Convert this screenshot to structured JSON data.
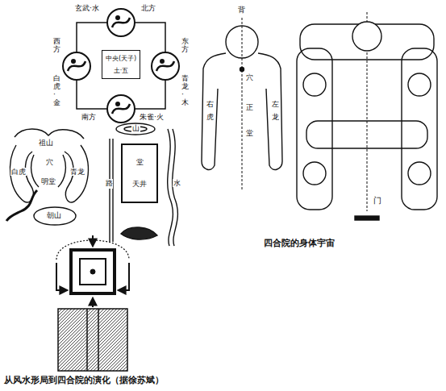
{
  "diagram": {
    "nodes": [
      {
        "text": [
          "中央(天子)",
          "土·五"
        ]
      },
      {
        "text": [
          "堂",
          "天井"
        ]
      }
    ],
    "labels": [
      "玄武·水",
      "北方",
      "西方",
      "白虎·金",
      "东方",
      "青龙·木",
      "南方",
      "朱雀·火",
      "祖山",
      "穴",
      "白虎",
      "青龙",
      "明堂",
      "朝山",
      "山",
      "路",
      "水",
      "从风水形局到四合院的演化（据徐苏斌）",
      "背",
      "穴",
      "右",
      "虎",
      "左",
      "龙",
      "正",
      "堂",
      "门",
      "四合院的身体宇宙"
    ]
  }
}
